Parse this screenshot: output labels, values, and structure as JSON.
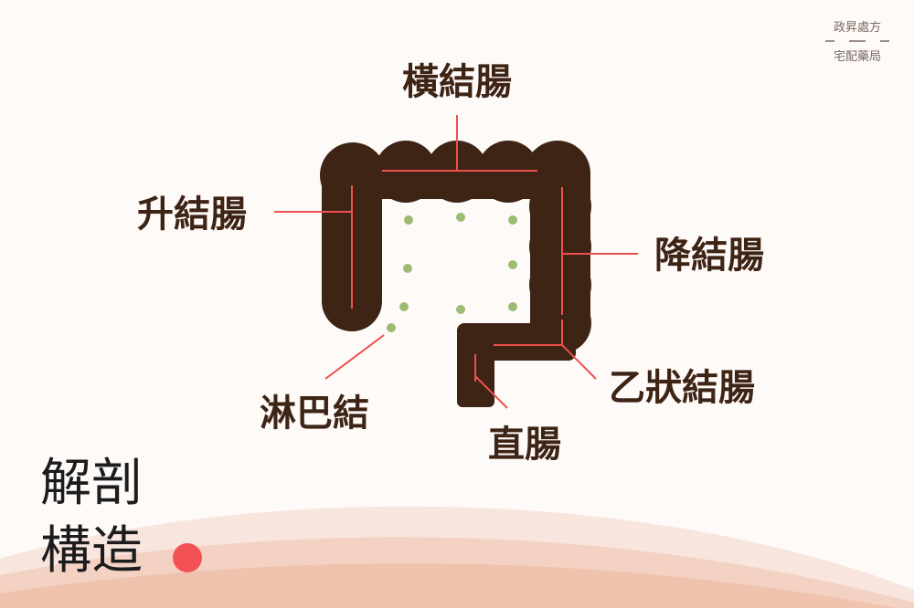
{
  "brand": {
    "line1": "政昇處方",
    "line2": "宅配藥局"
  },
  "labels": {
    "transverse": "橫結腸",
    "ascending": "升結腸",
    "descending": "降結腸",
    "sigmoid": "乙狀結腸",
    "rectum": "直腸",
    "lymph": "淋巴結"
  },
  "title": {
    "line1": "解剖",
    "line2": "構造"
  },
  "colors": {
    "colon": "#3e2415",
    "leader": "#ef4f4f",
    "lymph_dot": "#9dbb73",
    "accent_dot": "#f25255",
    "wave_light": "#f8e6de",
    "wave_mid": "#f3d2c3",
    "wave_dark": "#efc2ae"
  }
}
